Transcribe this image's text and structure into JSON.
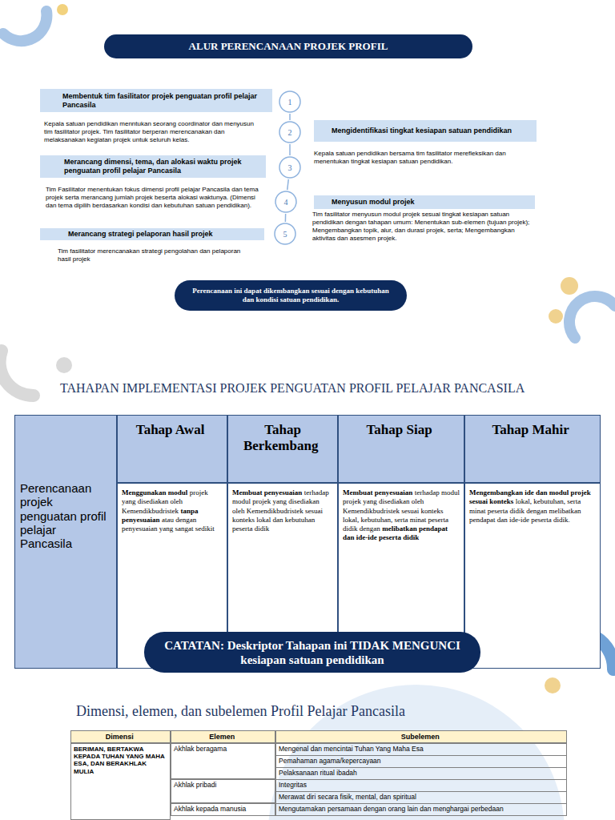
{
  "diagram": {
    "nodes": [
      {
        "text": [
          "ALUR PERENCANAAN PROJEK PROFIL"
        ]
      },
      {
        "text": [
          "1"
        ]
      },
      {
        "text": [
          "Membentuk tim fasilitator projek penguatan profil pelajar Pancasila",
          "Kepala satuan pendidikan menntukan seorang coordinator dan menyusun tim fasilitator projek. Tim fasilitator berperan merencanakan dan melaksanakan kegiatan projek untuk seluruh kelas."
        ]
      },
      {
        "text": [
          "2"
        ]
      },
      {
        "text": [
          "Mengidentifikasi tingkat kesiapan satuan pendidikan",
          "Kepala satuan pendidikan bersama tim fasilitator merefleksikan dan menentukan tingkat kesiapan satuan pendidikan."
        ]
      },
      {
        "text": [
          "3"
        ]
      },
      {
        "text": [
          "Merancang dimensi, tema, dan alokasi waktu projek penguatan profil pelajar Pancasila",
          "Tim Fasilitator menentukan fokus dimensi profil pelajar Pancasila dan tema projek serta merancang jumlah projek beserta alokasi waktunya. (Dimensi dan tema dipilih berdasarkan kondisi dan kebutuhan satuan pendidikan)."
        ]
      },
      {
        "text": [
          "4"
        ]
      },
      {
        "text": [
          "Menyusun modul projek",
          "Tim fasilitator menyusun modul projek sesuai tingkat kesiapan satuan pendidikan dengan tahapan umum: Menentukan sub-elemen (tujuan projek); Mengembangkan topik, alur, dan durasi projek, serta; Mengembangkan aktivitas dan asesmen projek."
        ]
      },
      {
        "text": [
          "5"
        ]
      },
      {
        "text": [
          "Merancang strategi pelaporan hasil projek",
          "Tim fasilitator merencanakan strategi pengolahan dan pelaporan hasil projek"
        ]
      },
      {
        "text": [
          "Perencanaan ini dapat dikembangkan sesuai dengan kebutuhan dan kondisi satuan pendidikan."
        ]
      },
      {
        "text": [
          "CATATAN: Deskriptor Tahapan ini TIDAK MENGUNCI kesiapan satuan pendidikan"
        ]
      }
    ],
    "edges": [
      {
        "from": 1,
        "to": 3,
        "arrow": "none"
      },
      {
        "from": 3,
        "to": 5,
        "arrow": "none"
      },
      {
        "from": 5,
        "to": 7,
        "arrow": "none"
      },
      {
        "from": 7,
        "to": 9,
        "arrow": "none"
      }
    ],
    "labels": [
      "TAHAPAN IMPLEMENTASI PROJEK PENGUATAN PROFIL PELAJAR PANCASILA",
      "Tahap Awal",
      "Tahap Berkembang",
      "Tahap Siap",
      "Tahap Mahir",
      "Perencanaan projek penguatan profil pelajar Pancasila",
      "Menggunakan modul",
      "projek yang disediakan oleh Kemendikbudristek",
      "tanpa penyesuaian",
      "atau dengan penyesuaian yang sangat sedikit",
      "Membuat penyesuaian",
      "terhadap modul projek yang disediakan oleh Kemendikbudristek sesuai konteks lokal dan kebutuhan peserta didik",
      "Membuat penyesuaian",
      "terhadap modul projek yang disediakan oleh Kemendikbudristek sesuai konteks lokal, kebutuhan, serta minat peserta didik dengan",
      "melibatkan pendapat dan ide-ide peserta didik",
      "Mengembangkan ide dan modul projek sesuai konteks",
      "lokal, kebutuhan, serta minat peserta didik dengan melibatkan pendapat dan ide-ide peserta didik.",
      "Dimensi, elemen, dan subelemen Profil Pelajar Pancasila",
      "Dimensi",
      "Elemen",
      "Subelemen",
      "BERIMAN, BERTAKWA KEPADA TUHAN YANG MAHA ESA, DAN BERAKHLAK MULIA",
      "Akhlak beragama",
      "Mengenal dan mencintai Tuhan Yang Maha Esa",
      "Pemahaman agama/kepercayaan",
      "Pelaksanaan ritual ibadah",
      "Akhlak pribadi",
      "Integritas",
      "Merawat diri secara fisik, mental, dan spiritual",
      "Akhlak kepada manusia",
      "Mengutamakan persamaan dengan orang lain dan menghargai perbedaan"
    ]
  }
}
